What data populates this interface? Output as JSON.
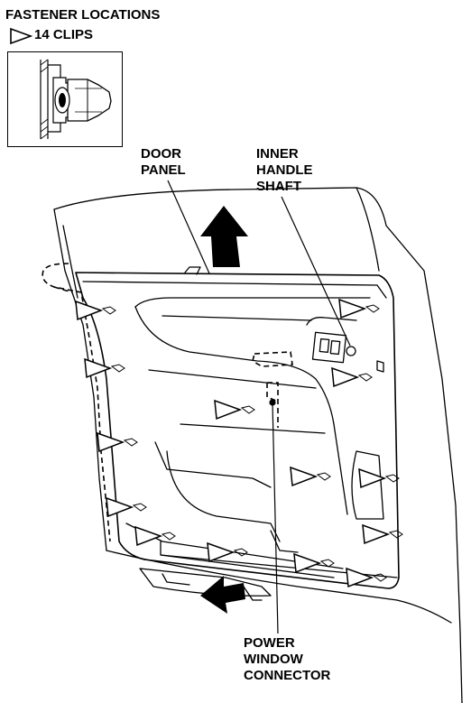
{
  "legend": {
    "title": "FASTENER LOCATIONS",
    "clip_label": "14 CLIPS"
  },
  "callouts": {
    "door_panel": "DOOR\nPANEL",
    "inner_handle_shaft": "INNER\nHANDLE\nSHAFT",
    "power_window_connector": "POWER\nWINDOW\nCONNECTOR"
  },
  "icons": {
    "clip_marker": "triangle-clip-icon",
    "removal_arrow": "bold-arrow-icon"
  }
}
